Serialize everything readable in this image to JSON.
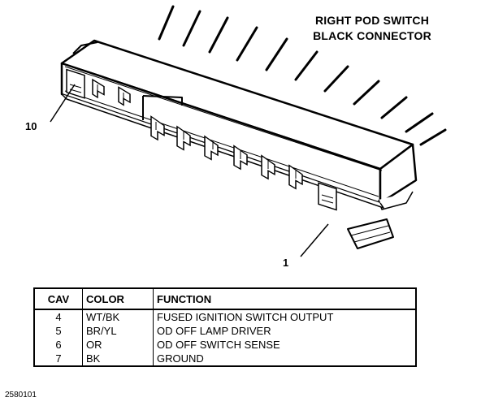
{
  "title": {
    "line1": "RIGHT POD SWITCH",
    "line2": "BLACK CONNECTOR"
  },
  "pin_labels": {
    "first": "1",
    "last": "10"
  },
  "table": {
    "headers": [
      "CAV",
      "COLOR",
      "FUNCTION"
    ],
    "rows": [
      {
        "cav": "4",
        "color": "WT/BK",
        "function": "FUSED IGNITION SWITCH OUTPUT"
      },
      {
        "cav": "5",
        "color": "BR/YL",
        "function": "OD OFF LAMP DRIVER"
      },
      {
        "cav": "6",
        "color": "OR",
        "function": "OD OFF SWITCH SENSE"
      },
      {
        "cav": "7",
        "color": "BK",
        "function": "GROUND"
      }
    ]
  },
  "figure_id": "2580101"
}
